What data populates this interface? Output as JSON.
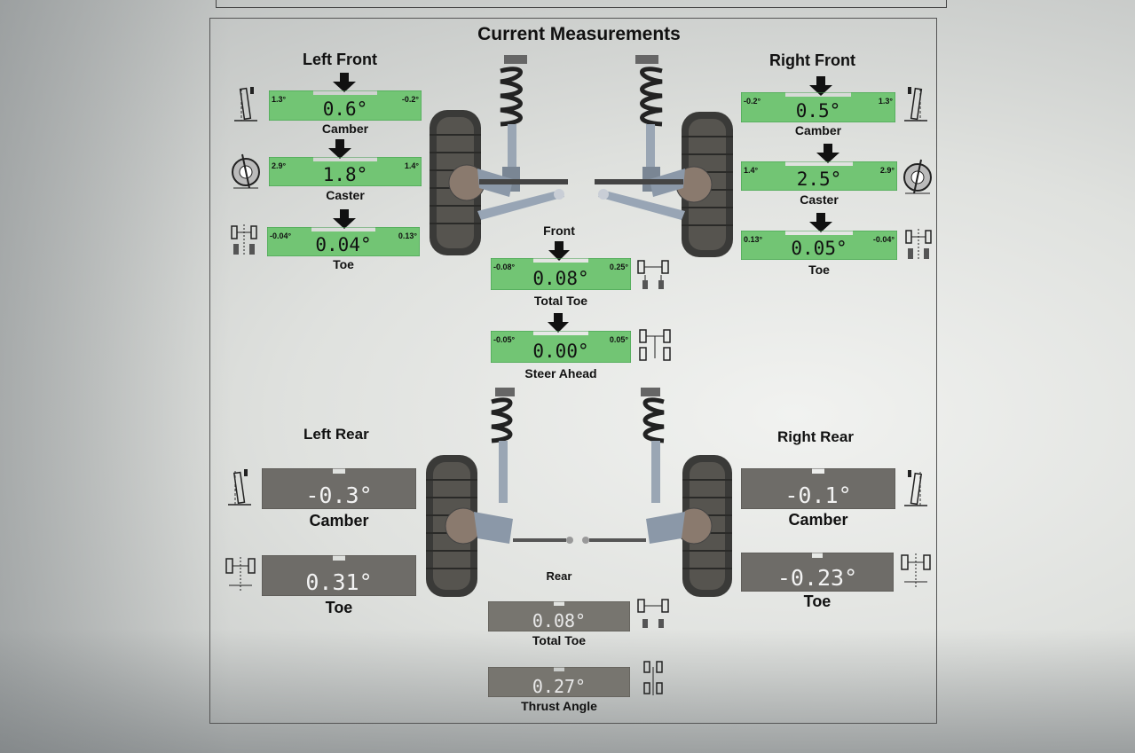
{
  "title": "Current Measurements",
  "front": {
    "section_label": "Front",
    "left": {
      "title": "Left Front",
      "camber": {
        "label": "Camber",
        "value": "0.6°",
        "min": "1.3°",
        "max": "-0.2°"
      },
      "caster": {
        "label": "Caster",
        "value": "1.8°",
        "min": "2.9°",
        "max": "1.4°"
      },
      "toe": {
        "label": "Toe",
        "value": "0.04°",
        "min": "-0.04°",
        "max": "0.13°"
      }
    },
    "right": {
      "title": "Right Front",
      "camber": {
        "label": "Camber",
        "value": "0.5°",
        "min": "-0.2°",
        "max": "1.3°"
      },
      "caster": {
        "label": "Caster",
        "value": "2.5°",
        "min": "1.4°",
        "max": "2.9°"
      },
      "toe": {
        "label": "Toe",
        "value": "0.05°",
        "min": "0.13°",
        "max": "-0.04°"
      }
    },
    "total_toe": {
      "label": "Total Toe",
      "value": "0.08°",
      "min": "-0.08°",
      "max": "0.25°"
    },
    "steer_ahead": {
      "label": "Steer Ahead",
      "value": "0.00°",
      "min": "-0.05°",
      "max": "0.05°"
    }
  },
  "rear": {
    "section_label": "Rear",
    "left": {
      "title": "Left Rear",
      "camber": {
        "label": "Camber",
        "value": "-0.3°"
      },
      "toe": {
        "label": "Toe",
        "value": "0.31°"
      }
    },
    "right": {
      "title": "Right Rear",
      "camber": {
        "label": "Camber",
        "value": "-0.1°"
      },
      "toe": {
        "label": "Toe",
        "value": "-0.23°"
      }
    },
    "total_toe": {
      "label": "Total Toe",
      "value": "0.08°"
    },
    "thrust_angle": {
      "label": "Thrust Angle",
      "value": "0.27°"
    }
  },
  "colors": {
    "in_spec": "#72c574",
    "in_spec_dark": "#3f9a4a",
    "no_spec": "#6e6c68",
    "no_spec_dark": "#514f4c"
  },
  "icons": [
    "camber-icon",
    "caster-icon",
    "toe-icon",
    "total-toe-icon",
    "steer-ahead-icon",
    "thrust-angle-icon",
    "strut-suspension-icon",
    "pointer-arrow-icon"
  ]
}
